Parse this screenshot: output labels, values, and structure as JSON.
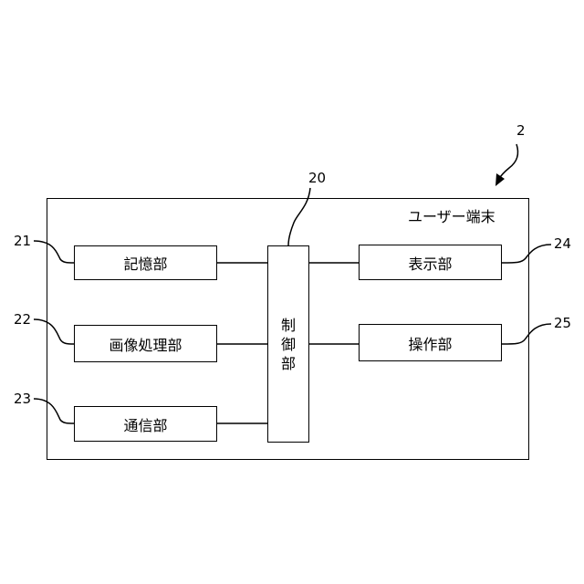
{
  "diagram": {
    "terminal": {
      "ref": "2",
      "label": "ユーザー端末"
    },
    "controller": {
      "ref": "20",
      "chars": [
        "制",
        "御",
        "部"
      ]
    },
    "storage": {
      "ref": "21",
      "label": "記憶部"
    },
    "image_processing": {
      "ref": "22",
      "label": "画像処理部"
    },
    "communication": {
      "ref": "23",
      "label": "通信部"
    },
    "display": {
      "ref": "24",
      "label": "表示部"
    },
    "operation": {
      "ref": "25",
      "label": "操作部"
    }
  }
}
